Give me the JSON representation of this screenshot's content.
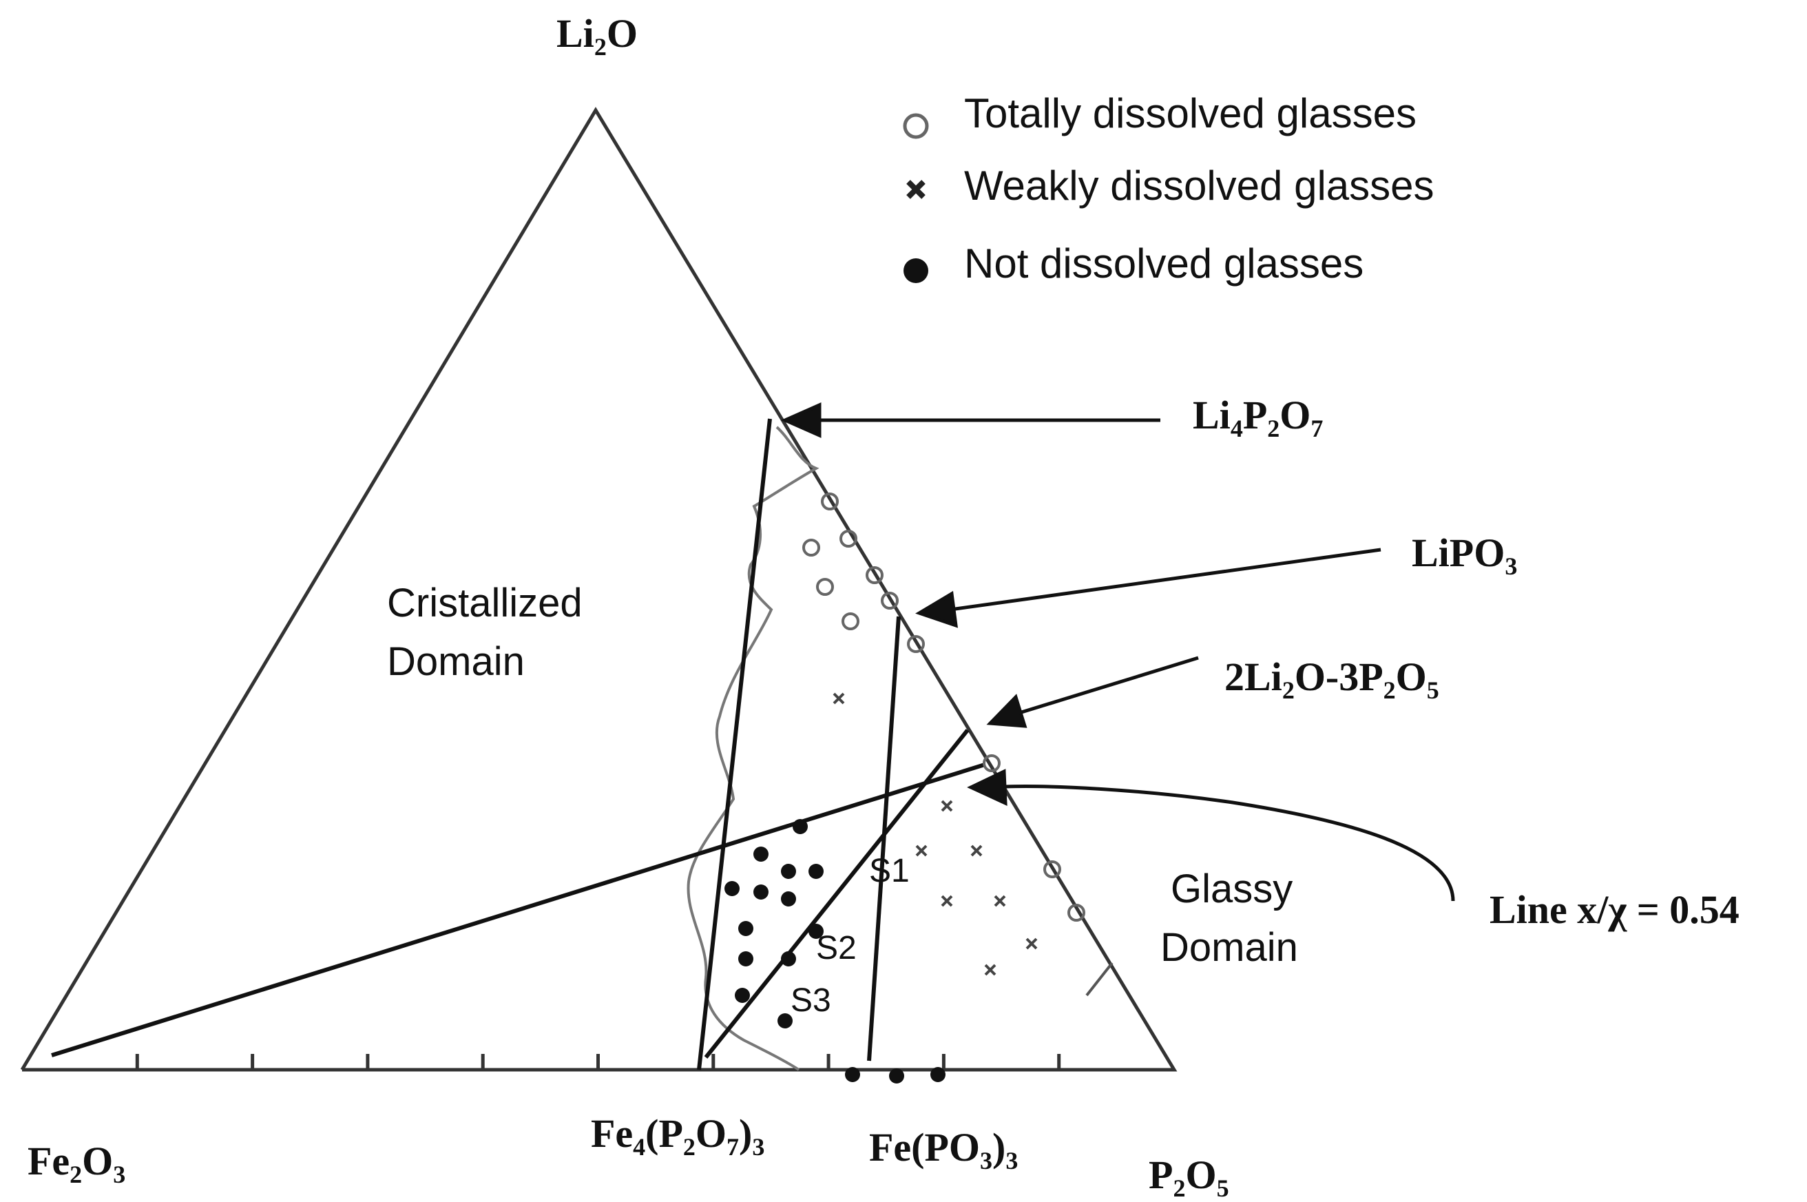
{
  "vertices": {
    "top": {
      "base": "Li",
      "sub": "2",
      "tail": "O"
    },
    "left": {
      "parts": [
        [
          "Fe",
          ""
        ],
        [
          "",
          "2"
        ],
        [
          "O",
          ""
        ],
        [
          "",
          "3"
        ]
      ]
    },
    "right": {
      "parts": [
        [
          "P",
          ""
        ],
        [
          "",
          "2"
        ],
        [
          "O",
          ""
        ],
        [
          "",
          "5"
        ]
      ]
    }
  },
  "bottom_labels": {
    "fe4": {
      "parts": [
        [
          "Fe",
          ""
        ],
        [
          "",
          "4"
        ],
        [
          "(P",
          ""
        ],
        [
          "",
          "2"
        ],
        [
          "O",
          ""
        ],
        [
          "",
          "7"
        ],
        [
          ")",
          ""
        ],
        [
          "",
          "3"
        ]
      ]
    },
    "fepo3": {
      "parts": [
        [
          "Fe(PO",
          ""
        ],
        [
          "",
          "3"
        ],
        [
          ")",
          ""
        ],
        [
          "",
          "3"
        ]
      ]
    }
  },
  "compound_labels": {
    "li4p2o7": {
      "parts": [
        [
          "Li",
          ""
        ],
        [
          "",
          "4"
        ],
        [
          "P",
          ""
        ],
        [
          "",
          "2"
        ],
        [
          "O",
          ""
        ],
        [
          "",
          "7"
        ]
      ]
    },
    "lipo3": {
      "parts": [
        [
          "LiPO",
          ""
        ],
        [
          "",
          "3"
        ]
      ]
    },
    "two_li2o": {
      "parts": [
        [
          "2Li",
          ""
        ],
        [
          "",
          "2"
        ],
        [
          "O-3P",
          ""
        ],
        [
          "",
          "2"
        ],
        [
          "O",
          ""
        ],
        [
          "",
          "5"
        ]
      ]
    },
    "line_ratio": "Line x/χ = 0.54"
  },
  "domains": {
    "cristallized": [
      "Cristallized",
      "Domain"
    ],
    "glassy": [
      "Glassy",
      "Domain"
    ]
  },
  "series_labels": {
    "s1": "S1",
    "s2": "S2",
    "s3": "S3"
  },
  "legend": [
    {
      "marker": "open-circle",
      "label": "Totally dissolved glasses"
    },
    {
      "marker": "cross",
      "label": "Weakly dissolved glasses"
    },
    {
      "marker": "filled-circle",
      "label": "Not dissolved glasses"
    }
  ]
}
